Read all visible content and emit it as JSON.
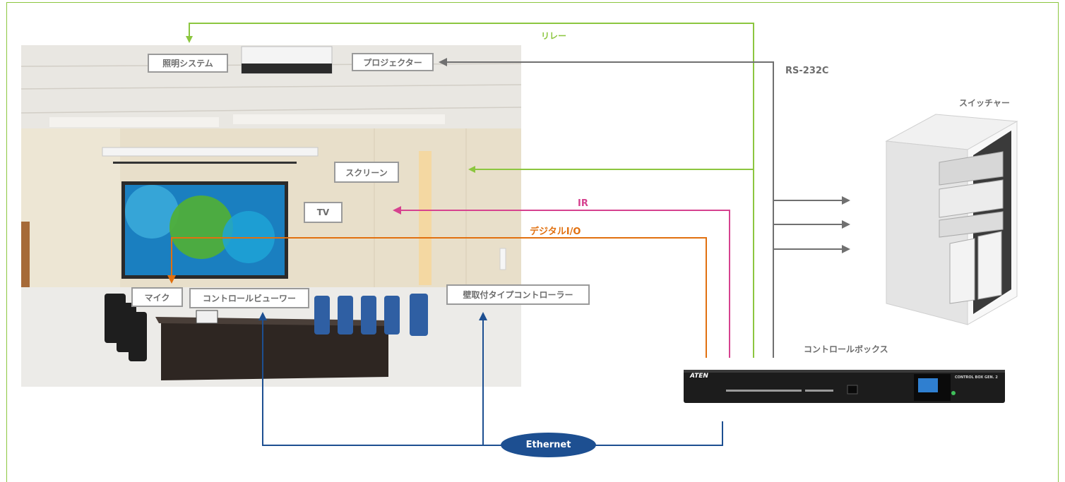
{
  "labels": {
    "lighting": "照明システム",
    "projector": "プロジェクター",
    "screen": "スクリーン",
    "tv": "TV",
    "mic": "マイク",
    "control_viewer": "コントロールビューワー",
    "wall_controller": "壁取付タイプコントローラー",
    "switcher": "スイッチャー",
    "control_box": "コントロールボックス"
  },
  "signals": {
    "relay": "リレー",
    "rs232c": "RS-232C",
    "ir": "IR",
    "digital_io": "デジタルI/O",
    "ethernet": "Ethernet"
  },
  "device": {
    "brand": "ATEN",
    "model": "CONTROL BOX GEN. 2"
  },
  "colors": {
    "relay": "#8cc63f",
    "rs232c": "#707070",
    "ir": "#d6428f",
    "digital_io": "#e1700f",
    "ethernet": "#1d4f91",
    "label_border": "#9a9a9a",
    "label_text": "#6d6d6d"
  }
}
